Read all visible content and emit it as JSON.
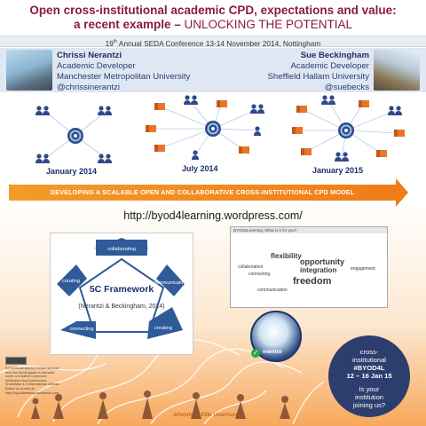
{
  "header": {
    "title_line1": "Open cross-institutional academic CPD, expectations and value:",
    "title_line2_a": "a recent example – ",
    "title_line2_b": "UNLOCKING THE POTENTIAL",
    "conference_ordinal": "19",
    "conference_sup": "th",
    "conference_rest": " Annual SEDA Conference  13-14 November 2014, Nottingham"
  },
  "authors": {
    "left": {
      "name": "Chrissi Nerantzi",
      "role": "Academic Developer",
      "institution": "Manchester Metropolitan University",
      "handle": "@chrissinerantzi"
    },
    "right": {
      "name": "Sue Beckingham",
      "role": "Academic Developer",
      "institution": "Sheffield Hallam University",
      "handle": "@suebecks"
    }
  },
  "network": {
    "stage1": "January 2014",
    "stage2": "July 2014",
    "stage3": "January 2015"
  },
  "banner": "DEVELOPING A SCALABLE OPEN AND COLLABORATIVE CROSS-INSTITUTIONAL CPD MODEL",
  "url": "http://byod4learning.wordpress.com/",
  "framework": {
    "title": "5C Framework",
    "subtitle": "(Nerantzi & Beckingham, 2014)",
    "stages": [
      "collaborating",
      "communicating",
      "creating",
      "connecting",
      "curating"
    ]
  },
  "screenshot": {
    "bar_text": "BYOD4Learning: What is it for you?",
    "words": [
      "flexibility",
      "opportunity",
      "integration",
      "freedom",
      "collaboration",
      "connecting",
      "engagement",
      "communication"
    ]
  },
  "mentor_badge": "mentor",
  "callout": {
    "line1": "cross-",
    "line2": "institutional",
    "line3": "#BYOD4L",
    "line4": "12 – 16 Jan 15",
    "line5": "Is your",
    "line6": "institution",
    "line7": "joining us?"
  },
  "license_text": "BYOD4Learning by Chrissi Nerantzi and Sue Beckingham is licensed under a Creative Commons Attribution-NonCommercial-ShareAlike 4.0 International License. Based on a work at http://byod4learning.wordpress.com.",
  "credit": "artwork by Ellie Livermore",
  "colors": {
    "title": "#8a1c3c",
    "navy": "#1d2f6b",
    "orange": "#f07c1a",
    "callout": "#2c3e6e"
  }
}
